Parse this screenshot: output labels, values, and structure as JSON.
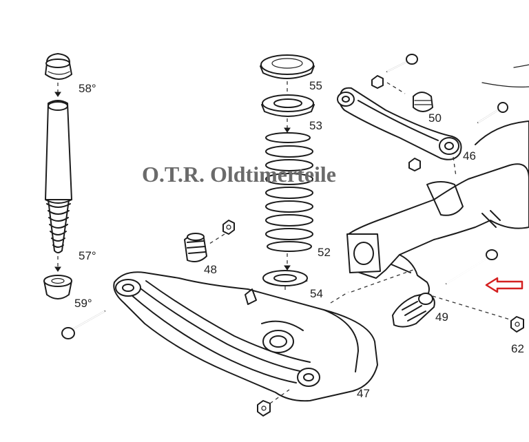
{
  "watermark": "O.T.R. Oldtimerteile",
  "labels": {
    "p58": "58°",
    "p57": "57°",
    "p59": "59°",
    "p55": "55",
    "p53": "53",
    "p52": "52",
    "p54": "54",
    "p48": "48",
    "p50": "50",
    "p46": "46",
    "p49": "49",
    "p47": "47",
    "p62": "62"
  },
  "highlight_arrow_color": "#d42020"
}
